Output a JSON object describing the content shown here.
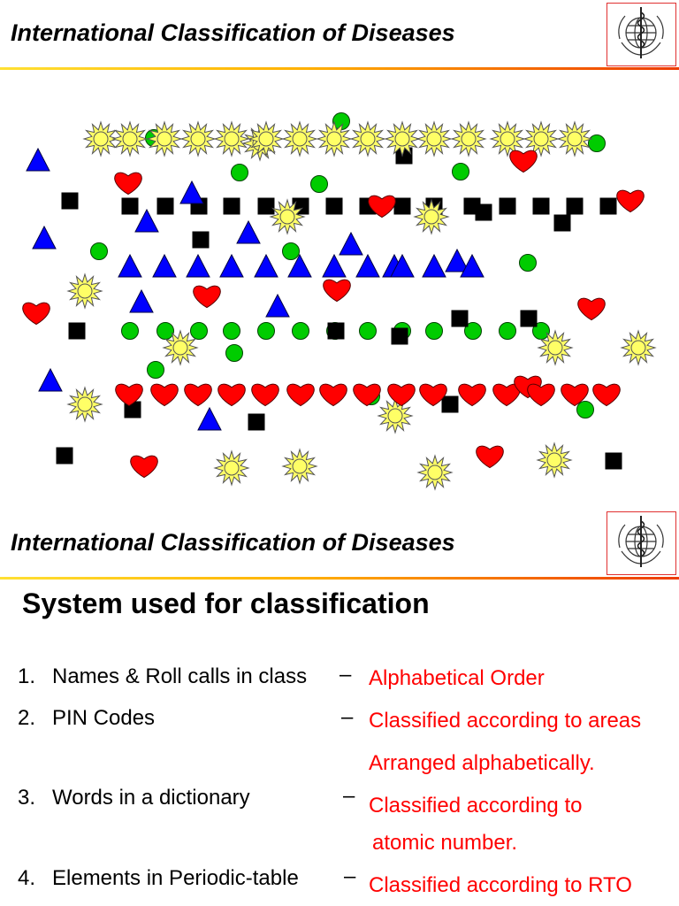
{
  "slide1": {
    "title": "International Classification of Diseases"
  },
  "slide2": {
    "title": "International Classification of Diseases",
    "heading": "System used for classification",
    "items": [
      {
        "num": "1.",
        "label": "Names & Roll calls in class",
        "dash": "–",
        "desc": "Alphabetical Order"
      },
      {
        "num": "2.",
        "label": "PIN Codes",
        "dash": "–",
        "desc": "Classified according to areas",
        "desc2": "Arranged alphabetically."
      },
      {
        "num": "3.",
        "label": "Words in a dictionary",
        "dash": "–",
        "desc": "Classified according to",
        "desc2": "atomic number."
      },
      {
        "num": "4.",
        "label": "Elements in Periodic-table",
        "dash": "–",
        "desc": "Classified according to RTO"
      }
    ]
  },
  "colors": {
    "heart": "#ff0000",
    "triangle": "#0000ff",
    "circle": "#00cc00",
    "square": "#000000",
    "sun": "#ffff66",
    "accent": "#ff0000"
  },
  "icons": {
    "logo": "who-emblem-icon"
  }
}
